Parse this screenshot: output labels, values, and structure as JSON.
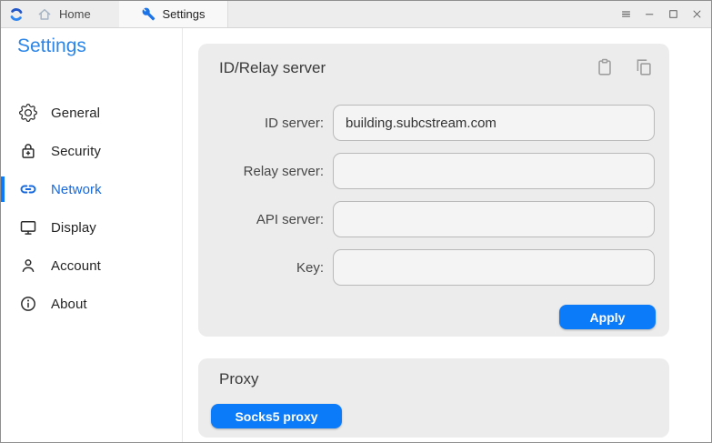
{
  "window": {
    "tabs": [
      {
        "label": "Home"
      },
      {
        "label": "Settings"
      }
    ]
  },
  "sidebar": {
    "title": "Settings",
    "items": [
      {
        "label": "General",
        "icon": "gear-icon",
        "active": false
      },
      {
        "label": "Security",
        "icon": "lock-plus-icon",
        "active": false
      },
      {
        "label": "Network",
        "icon": "link-icon",
        "active": true
      },
      {
        "label": "Display",
        "icon": "monitor-icon",
        "active": false
      },
      {
        "label": "Account",
        "icon": "person-icon",
        "active": false
      },
      {
        "label": "About",
        "icon": "info-icon",
        "active": false
      }
    ]
  },
  "main": {
    "id_relay_card": {
      "title": "ID/Relay server",
      "header_icons": [
        "paste-icon",
        "copy-icon"
      ],
      "fields": [
        {
          "label": "ID server:",
          "value": "building.subcstream.com"
        },
        {
          "label": "Relay server:",
          "value": ""
        },
        {
          "label": "API server:",
          "value": ""
        },
        {
          "label": "Key:",
          "value": ""
        }
      ],
      "apply_label": "Apply"
    },
    "proxy_card": {
      "title": "Proxy",
      "socks5_label": "Socks5 proxy"
    }
  },
  "colors": {
    "accent": "#0c7bf9",
    "header_blue": "#2c86e8",
    "network_blue": "#1668dc",
    "icon_gray": "#9e9e9e"
  }
}
